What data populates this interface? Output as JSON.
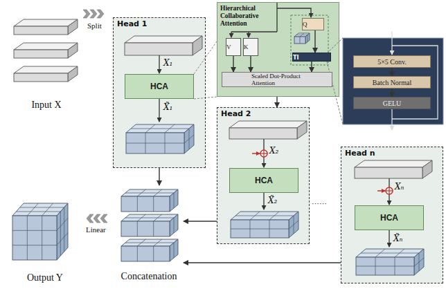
{
  "diagram": {
    "nodes": [
      {
        "text": [
          "Input X"
        ]
      },
      {
        "text": [
          "Head 1"
        ]
      },
      {
        "text": [
          "HCA"
        ],
        "in": 1
      },
      {
        "text": [
          "Hierarchical Collaborative Attention"
        ]
      },
      {
        "text": [
          "V"
        ],
        "in": 3
      },
      {
        "text": [
          "K"
        ],
        "in": 3
      },
      {
        "text": [
          "Q"
        ],
        "in": 3
      },
      {
        "text": [
          "TI"
        ],
        "in": 3
      },
      {
        "text": [
          "Scaled Dot-Product Attention"
        ],
        "in": 3
      },
      {
        "text": [
          "5×5 Conv."
        ]
      },
      {
        "text": [
          "Batch Normal"
        ]
      },
      {
        "text": [
          "GELU"
        ]
      },
      {
        "text": [
          "Head 2"
        ]
      },
      {
        "text": [
          "HCA"
        ],
        "in": 12
      },
      {
        "text": [
          "Head n"
        ]
      },
      {
        "text": [
          "HCA"
        ],
        "in": 14
      },
      {
        "text": [
          "Concatenation"
        ]
      },
      {
        "text": [
          "Output Y"
        ]
      }
    ],
    "edges": [
      {
        "from": 1,
        "to": 16,
        "arrow": "to"
      },
      {
        "from": 12,
        "to": 16,
        "arrow": "to"
      },
      {
        "from": 14,
        "to": 16,
        "arrow": "to"
      },
      {
        "from": 3,
        "to": 12,
        "arrow": "to"
      },
      {
        "from": 4,
        "to": 8,
        "arrow": "to"
      },
      {
        "from": 5,
        "to": 8,
        "arrow": "to"
      },
      {
        "from": 6,
        "to": 7,
        "arrow": "to"
      },
      {
        "from": 7,
        "to": 8,
        "arrow": "to"
      },
      {
        "from": 9,
        "to": 10,
        "arrow": "to"
      },
      {
        "from": 10,
        "to": 11,
        "arrow": "to"
      }
    ],
    "labels": [
      "Split",
      "X₁",
      "X̃₁",
      "X₂",
      "X̃₂",
      "······",
      "Xₙ",
      "X̃ₙ",
      "Linear"
    ]
  }
}
